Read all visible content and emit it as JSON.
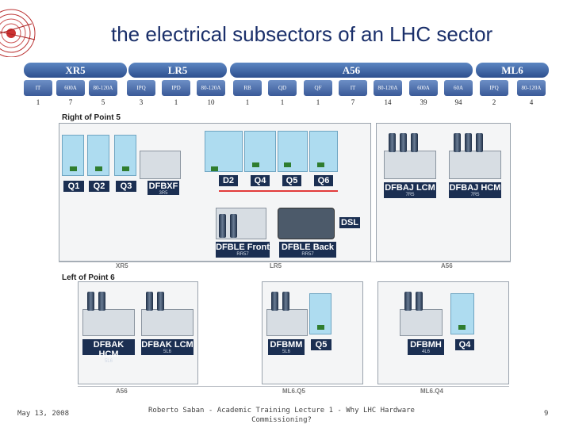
{
  "title": "the electrical subsectors of an LHC sector",
  "sectors": [
    {
      "label": "XR5"
    },
    {
      "label": "LR5"
    },
    {
      "label": "A56"
    },
    {
      "label": "ML6"
    }
  ],
  "cells": [
    {
      "label": "IT",
      "count": "1"
    },
    {
      "label": "600A",
      "count": "7"
    },
    {
      "label": "80-120A",
      "count": "5"
    },
    {
      "label": "IPQ",
      "count": "3"
    },
    {
      "label": "IPD",
      "count": "1"
    },
    {
      "label": "80-120A",
      "count": "10"
    },
    {
      "label": "RB",
      "count": "1"
    },
    {
      "label": "QD",
      "count": "1"
    },
    {
      "label": "QF",
      "count": "1"
    },
    {
      "label": "IT",
      "count": "7"
    },
    {
      "label": "80-120A",
      "count": "14"
    },
    {
      "label": "600A",
      "count": "39"
    },
    {
      "label": "60A",
      "count": "94"
    },
    {
      "label": "IPQ",
      "count": "2"
    },
    {
      "label": "80-120A",
      "count": "4"
    }
  ],
  "right_panel": {
    "title": "Right of Point 5",
    "labels": {
      "q1": "Q1",
      "q2": "Q2",
      "q3": "Q3",
      "d2": "D2",
      "q4": "Q4",
      "q5": "Q5",
      "q6": "Q6",
      "dsl": "DSL"
    },
    "units": [
      {
        "id": "dfbxf",
        "name": "DFBXF",
        "sub": "3R5"
      },
      {
        "id": "dfbaj_lcm",
        "name": "DFBAJ LCM",
        "sub": "7R5"
      },
      {
        "id": "dfbaj_hcm",
        "name": "DFBAJ HCM",
        "sub": "7R5"
      },
      {
        "id": "dfble_front",
        "name": "DFBLE Front",
        "sub": "RR57"
      },
      {
        "id": "dfble_back",
        "name": "DFBLE Back",
        "sub": "RR57"
      }
    ],
    "axis": {
      "xr5": "XR5",
      "lr5": "LR5",
      "a56": "A56"
    }
  },
  "left_panel": {
    "title": "Left of Point 6",
    "units": [
      {
        "id": "dfbak_hcm",
        "name": "DFBAK HCM",
        "sub": "5L6"
      },
      {
        "id": "dfbak_lcm",
        "name": "DFBAK LCM",
        "sub": "5L6"
      },
      {
        "id": "dfbmm",
        "name": "DFBMM",
        "sub": "5L6"
      },
      {
        "id": "dfbmh",
        "name": "DFBMH",
        "sub": "4L6"
      }
    ],
    "labels": {
      "q5": "Q5",
      "q4": "Q4"
    },
    "axis": {
      "a56": "A56",
      "ml6q5": "ML6.Q5",
      "ml6q4": "ML6.Q4"
    }
  },
  "footer": {
    "date": "May 13, 2008",
    "author": "Roberto Saban - Academic Training Lecture 1 - Why LHC Hardware Commissioning?",
    "page": "9"
  },
  "colors": {
    "accent": "#1b2f52",
    "bay": "#aedcf0",
    "section": "#3a5a98"
  }
}
